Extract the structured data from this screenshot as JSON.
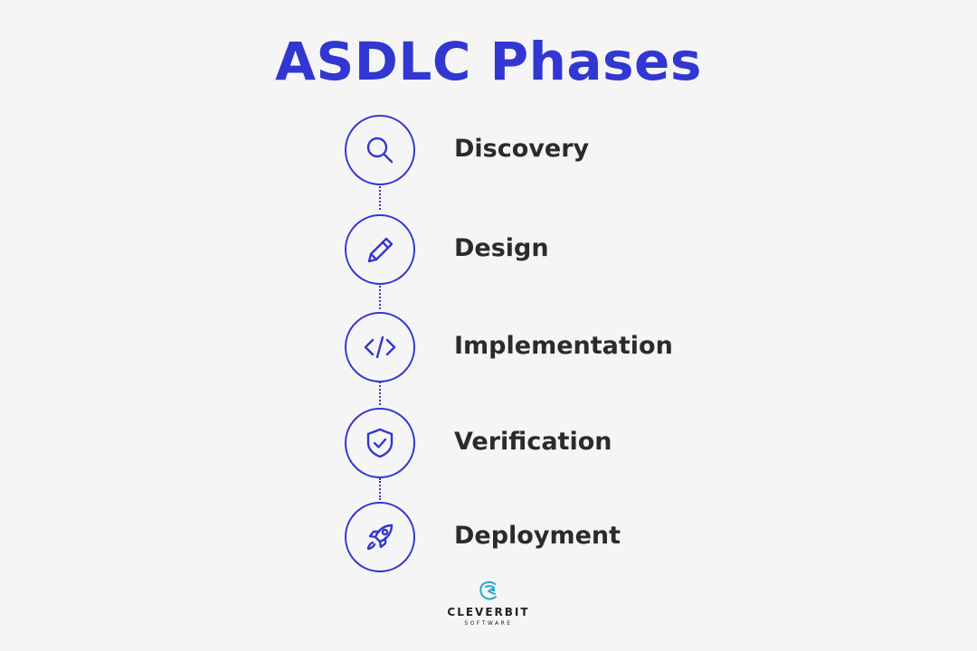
{
  "title": "ASDLC Phases",
  "phases": [
    {
      "label": "Discovery",
      "icon": "search-icon"
    },
    {
      "label": "Design",
      "icon": "pencil-icon"
    },
    {
      "label": "Implementation",
      "icon": "code-icon"
    },
    {
      "label": "Verification",
      "icon": "shield-check-icon"
    },
    {
      "label": "Deployment",
      "icon": "rocket-icon"
    }
  ],
  "logo": {
    "name": "CLEVERBIT",
    "sub": "SOFTWARE"
  },
  "colors": {
    "accent": "#3137d0",
    "text": "#2b2b2e",
    "background": "#f5f5f6",
    "logo_mark": "#2aa7c9"
  }
}
